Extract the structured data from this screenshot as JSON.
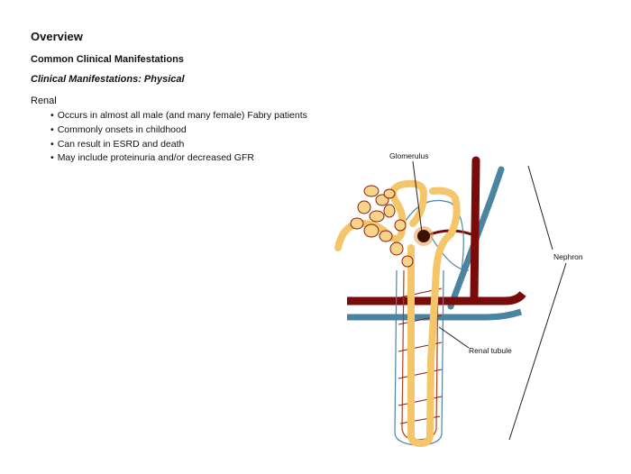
{
  "slide": {
    "title": "Overview",
    "subtitle": "Common Clinical Manifestations",
    "section": "Clinical Manifestations: Physical",
    "topic": "Renal",
    "bullets": [
      "Occurs in almost all male (and many female) Fabry patients",
      "Commonly onsets in childhood",
      "Can result in ESRD and death",
      "May include proteinuria and/or decreased GFR"
    ]
  },
  "diagram": {
    "labels": {
      "glomerulus": "Glomerulus",
      "renal_tubule": "Renal tubule",
      "nephron": "Nephron"
    },
    "colors": {
      "artery": "#7a0b0b",
      "vein": "#4b84a0",
      "tubule": "#f5c56a",
      "capillary": "#8a1c0c",
      "background": "#ffffff"
    }
  }
}
